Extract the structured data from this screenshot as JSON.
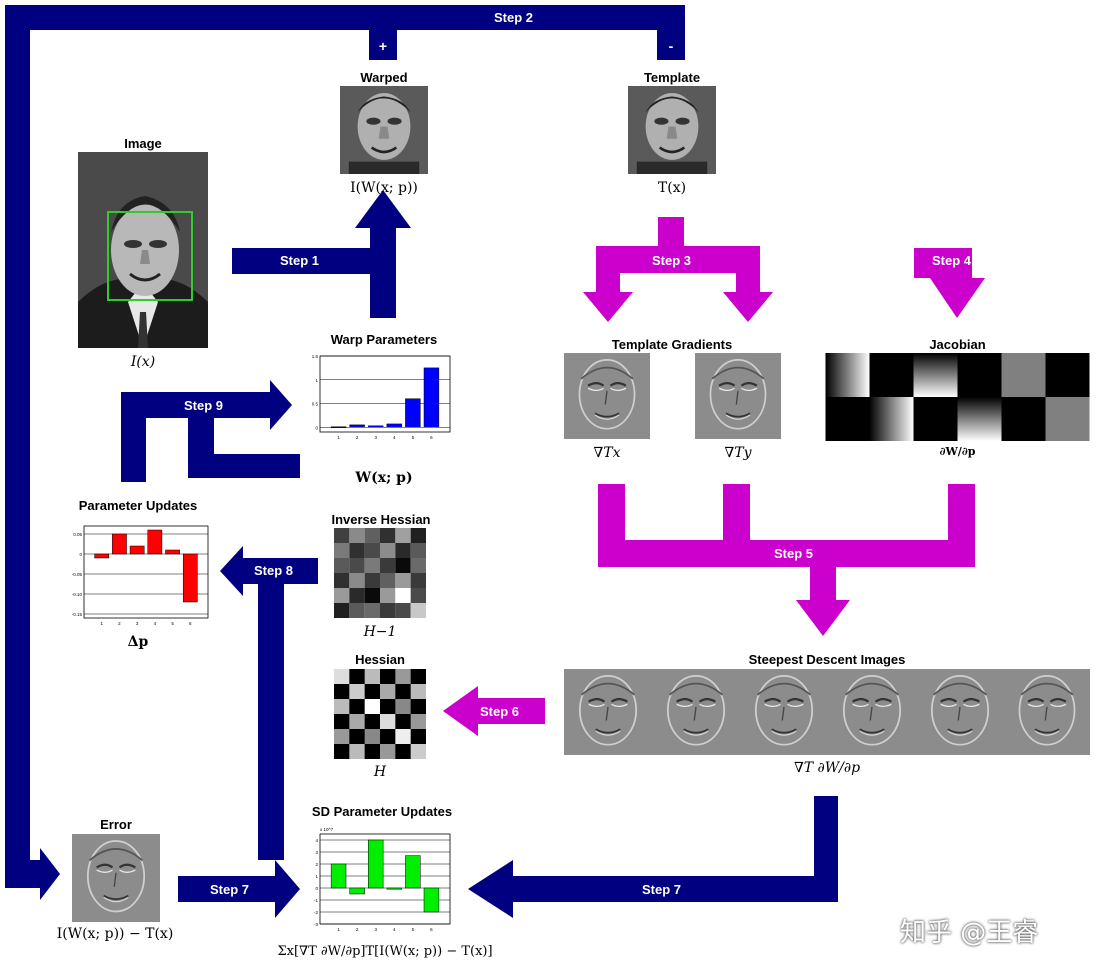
{
  "colors": {
    "navy": "#000080",
    "magenta": "#cc00cc",
    "warp_bar": "#0000ff",
    "update_bar": "#ff0000",
    "sd_bar": "#00ee00"
  },
  "steps": {
    "s1": "Step 1",
    "s2": "Step 2",
    "s3": "Step 3",
    "s4": "Step 4",
    "s5": "Step 5",
    "s6": "Step 6",
    "s7a": "Step 7",
    "s7b": "Step 7",
    "s8": "Step 8",
    "s9": "Step 9",
    "plus": "+",
    "minus": "-"
  },
  "blocks": {
    "image": {
      "title": "Image",
      "math": "I(x)"
    },
    "warped": {
      "title": "Warped",
      "math": "I(W(x; p))"
    },
    "template": {
      "title": "Template",
      "math": "T(x)"
    },
    "template_gradients": {
      "title": "Template Gradients",
      "math_x": "∇Tx",
      "math_y": "∇Ty"
    },
    "jacobian": {
      "title": "Jacobian",
      "math": "∂W/∂p"
    },
    "warp_params": {
      "title": "Warp Parameters",
      "math": "W(x; p)"
    },
    "param_updates": {
      "title": "Parameter Updates",
      "math": "Δp"
    },
    "inverse_hessian": {
      "title": "Inverse Hessian",
      "math": "H−1"
    },
    "hessian": {
      "title": "Hessian",
      "math": "H"
    },
    "steepest": {
      "title": "Steepest Descent Images",
      "math": "∇T ∂W/∂p"
    },
    "error": {
      "title": "Error",
      "math": "I(W(x; p)) − T(x)"
    },
    "sd_updates": {
      "title": "SD Parameter Updates",
      "math": "Σx[∇T ∂W/∂p]T[I(W(x; p)) − T(x)]"
    }
  },
  "watermark": "知乎 @王睿",
  "chart_data": [
    {
      "name": "warp_parameters",
      "type": "bar",
      "categories": [
        "1",
        "2",
        "3",
        "4",
        "5",
        "6"
      ],
      "values": [
        0.01,
        0.05,
        0.03,
        0.07,
        0.6,
        1.25
      ],
      "ylim": [
        -0.1,
        1.5
      ],
      "yticks": [
        "1.5",
        "1",
        "0.5",
        "0"
      ],
      "yticks_values": [
        1.5,
        1,
        0.5,
        0
      ],
      "grid": true
    },
    {
      "name": "parameter_updates",
      "type": "bar",
      "categories": [
        "1",
        "2",
        "3",
        "4",
        "5",
        "6"
      ],
      "values": [
        -0.01,
        0.05,
        0.02,
        0.06,
        0.01,
        -0.12
      ],
      "ylim": [
        -0.16,
        0.07
      ],
      "yticks": [
        "0.05",
        "0",
        "-0.05",
        "-0.10",
        "-0.15"
      ],
      "yticks_values": [
        0.05,
        0,
        -0.05,
        -0.1,
        -0.15
      ],
      "grid": true
    },
    {
      "name": "sd_parameter_updates",
      "type": "bar",
      "categories": [
        "1",
        "2",
        "3",
        "4",
        "5",
        "6"
      ],
      "values": [
        2,
        -0.5,
        4,
        -0.1,
        2.7,
        -2
      ],
      "ylim": [
        -3,
        4.5
      ],
      "yticks": [
        "4",
        "3",
        "2",
        "1",
        "0",
        "-1",
        "-2",
        "-3"
      ],
      "yticks_values": [
        4,
        3,
        2,
        1,
        0,
        -1,
        -2,
        -3
      ],
      "scale_label": "x 10^7",
      "grid": true
    }
  ]
}
